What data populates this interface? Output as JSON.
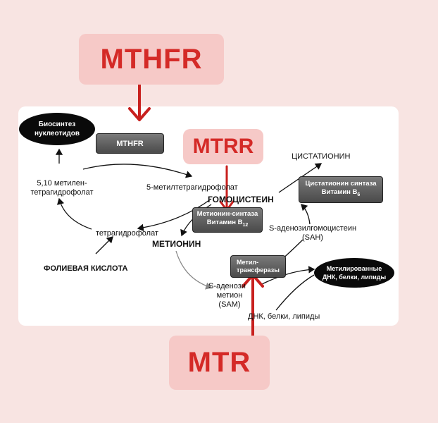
{
  "labels": {
    "mthfr_top": "MTHFR",
    "mtrr": "MTRR",
    "mtr": "MTR"
  },
  "ellipses": {
    "biosynthesis": "Биосинтез нуклеотидов",
    "methylated": "Метилированные ДНК, белки, липиды"
  },
  "enzymes": {
    "mthfr": "MTHFR",
    "methionine_synthase_1": "Метионин-синтаза",
    "methionine_synthase_2": "Витамин B",
    "methionine_synthase_sub": "12",
    "cystathionine_synthase_1": "Цистатионин синтаза",
    "cystathionine_synthase_2": "Витамин B",
    "cystathionine_synthase_sub": "6",
    "methyltransferase_1": "Метил-",
    "methyltransferase_2": "трансферазы"
  },
  "metabolites": {
    "methylene_thf_1": "5,10 метилен-",
    "methylene_thf_2": "тетрагидрофолат",
    "methyl_thf": "5-метилтетрагидрофолат",
    "homocysteine": "ГОМОЦИСТЕИН",
    "cystathionine": "ЦИСТАТИОНИН",
    "thf": "тетрагидрофолат",
    "methionine": "МЕТИОНИН",
    "folic_acid": "ФОЛИЕВАЯ КИСЛОТА",
    "sah_1": "S-аденозилгомоцистеин",
    "sah_2": "(SAH)",
    "sam_1": "S-аденози",
    "sam_2": "метион",
    "sam_3": "(SAM)",
    "dna": "ДНК, белки, липиды"
  },
  "colors": {
    "background": "#f8e4e2",
    "label_fill": "#f6c9c7",
    "label_text": "#d42a27",
    "arrow_red": "#c8201e"
  }
}
